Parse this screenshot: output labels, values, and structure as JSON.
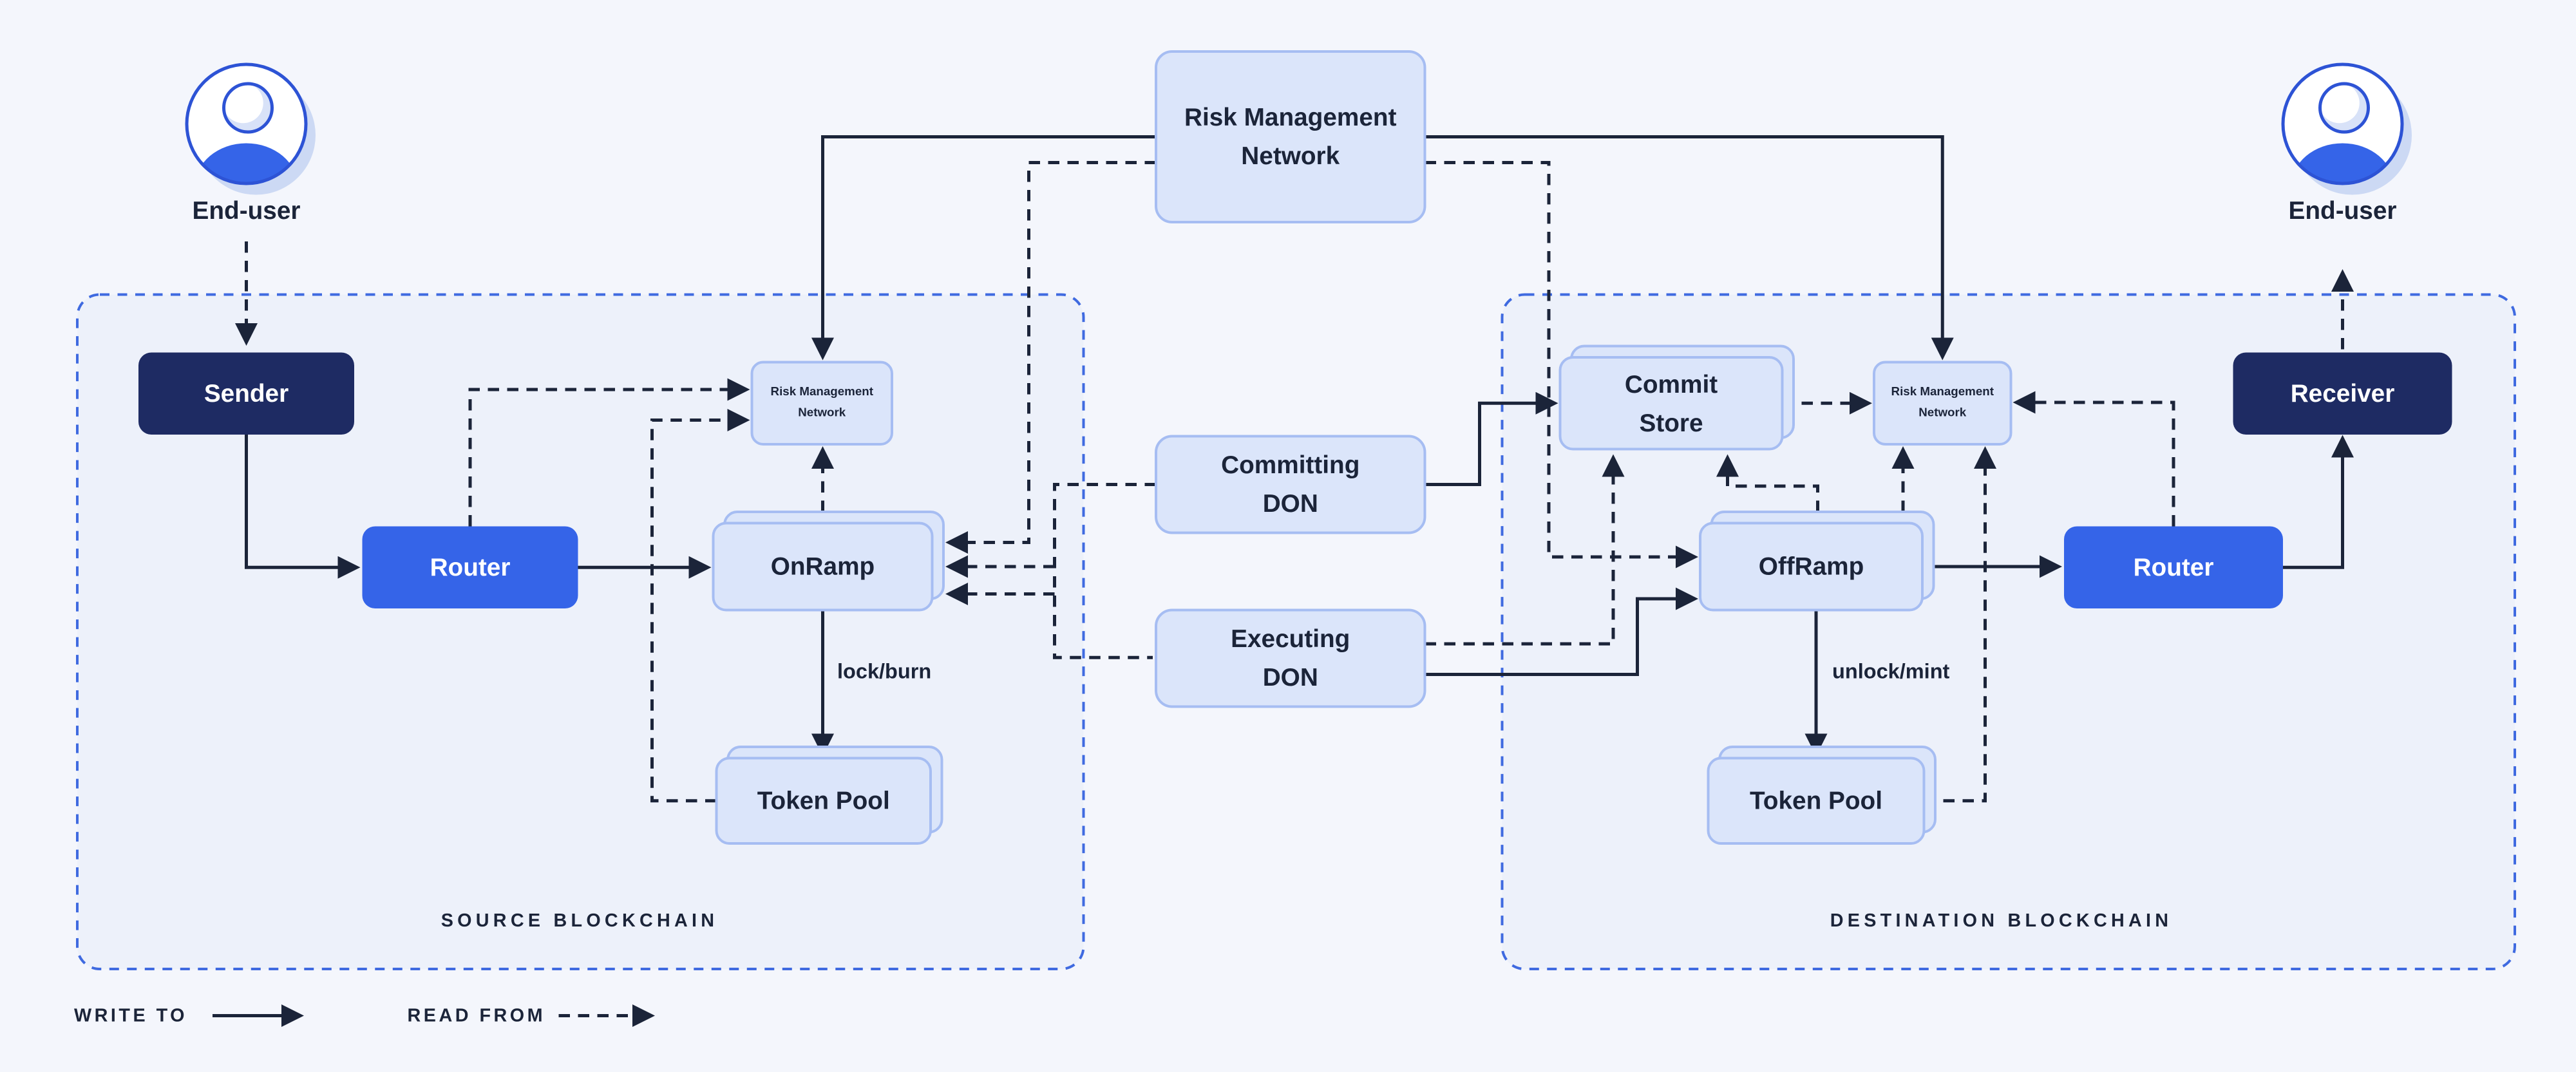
{
  "legend": {
    "write_to": "WRITE TO",
    "read_from": "READ FROM"
  },
  "containers": {
    "source": {
      "label": "SOURCE BLOCKCHAIN"
    },
    "destination": {
      "label": "DESTINATION BLOCKCHAIN"
    }
  },
  "actors": {
    "left": {
      "label": "End-user"
    },
    "right": {
      "label": "End-user"
    }
  },
  "nodes": {
    "top_rmn": {
      "line1": "Risk Management",
      "line2": "Network"
    },
    "sender": {
      "label": "Sender"
    },
    "router_source": {
      "label": "Router"
    },
    "onramp": {
      "label": "OnRamp"
    },
    "rmn_source": {
      "line1": "Risk Management",
      "line2": "Network"
    },
    "token_pool_source": {
      "label": "Token Pool"
    },
    "committing_don": {
      "line1": "Committing",
      "line2": "DON"
    },
    "executing_don": {
      "line1": "Executing",
      "line2": "DON"
    },
    "commit_store": {
      "line1": "Commit",
      "line2": "Store"
    },
    "rmn_dest": {
      "line1": "Risk Management",
      "line2": "Network"
    },
    "offramp": {
      "label": "OffRamp"
    },
    "router_dest": {
      "label": "Router"
    },
    "receiver": {
      "label": "Receiver"
    },
    "token_pool_dest": {
      "label": "Token Pool"
    }
  },
  "edge_labels": {
    "lock_burn": "lock/burn",
    "unlock_mint": "unlock/mint"
  },
  "colors": {
    "bg": "#f4f6fc",
    "container-fill": "#edf1fa",
    "container-stroke": "#3f6ae0",
    "light-fill": "#dbe5fa",
    "light-stroke": "#a6bdf2",
    "navy": "#1e2b63",
    "blue": "#3564e8",
    "line": "#1b2439",
    "icon-shadow": "#ccd9f4",
    "icon-stroke": "#2d53d5",
    "crescent": "#d8e2f8",
    "white": "#ffffff"
  }
}
